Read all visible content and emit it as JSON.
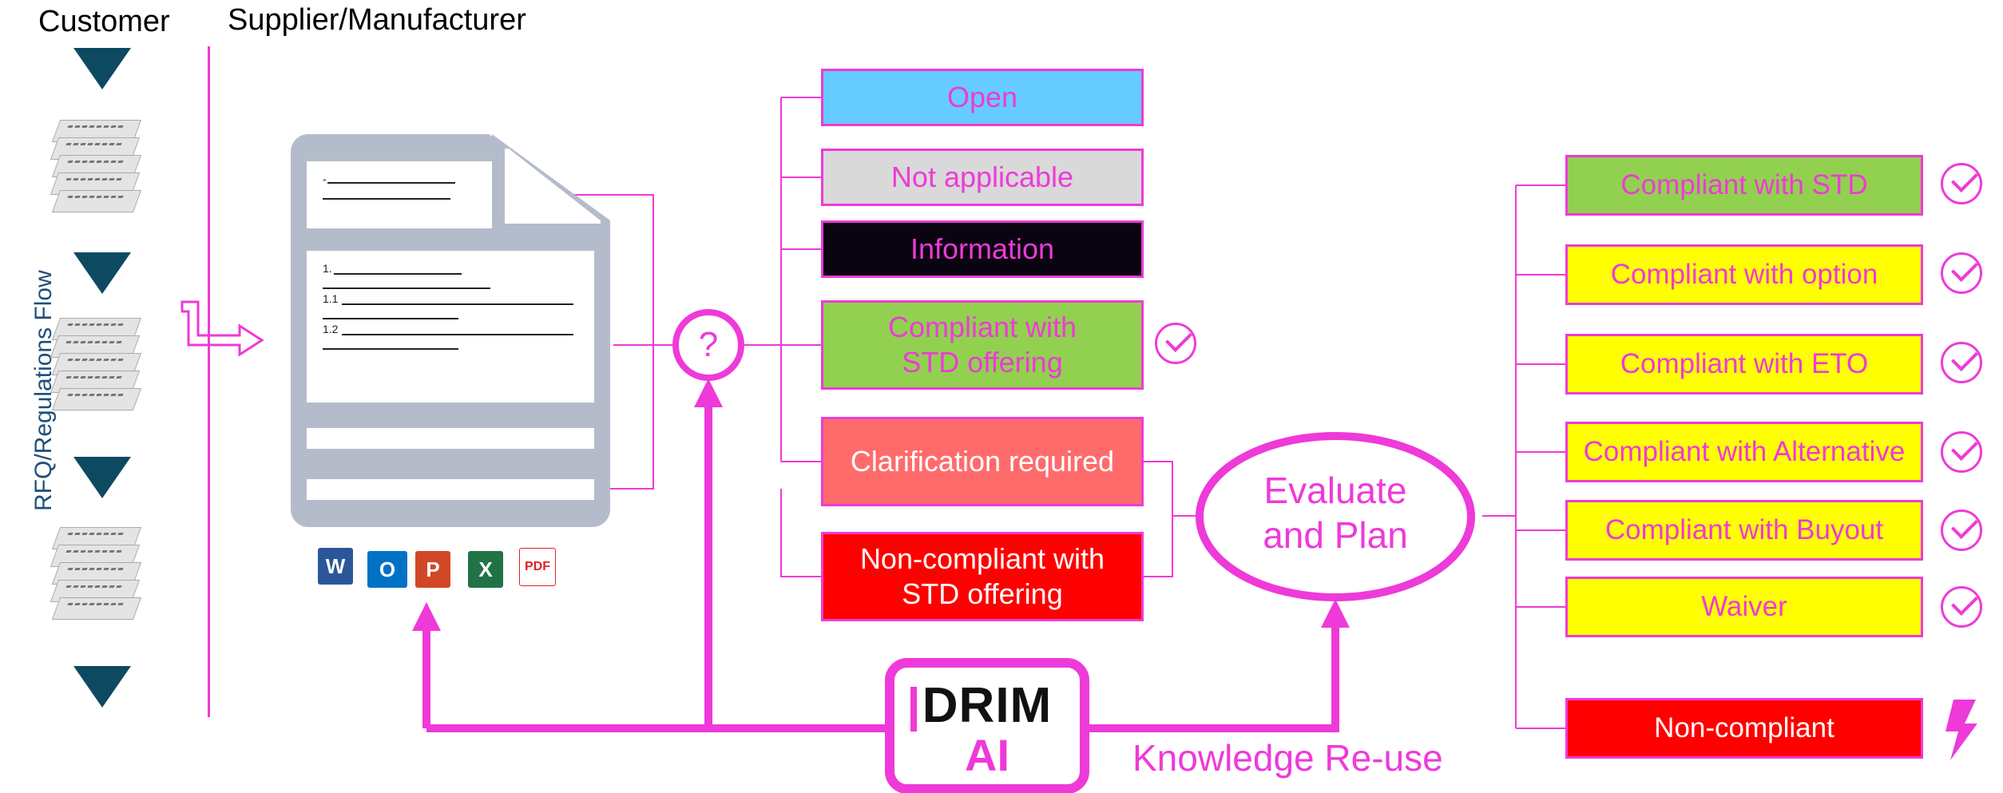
{
  "headers": {
    "customer": "Customer",
    "supplier": "Supplier/Manufacturer",
    "flow_label": "RFQ/Regulations Flow"
  },
  "document": {
    "lines": [
      "-",
      "1.",
      "1.1",
      "1.2"
    ]
  },
  "question_mark": "?",
  "status_boxes": [
    {
      "label": "Open",
      "bg": "#66ccff"
    },
    {
      "label": "Not applicable",
      "bg": "#d9d9d9"
    },
    {
      "label": "Information",
      "bg": "#0a0410"
    },
    {
      "label": "Compliant with\nSTD offering",
      "bg": "#92d050"
    },
    {
      "label": "Clarification required",
      "bg": "#ff6b6b"
    },
    {
      "label": "Non-compliant with\nSTD offering",
      "bg": "#ff0000"
    }
  ],
  "evaluate": "Evaluate\nand Plan",
  "result_boxes": [
    {
      "label": "Compliant with STD",
      "bg": "#92d050"
    },
    {
      "label": "Compliant with option",
      "bg": "#ffff00"
    },
    {
      "label": "Compliant with ETO",
      "bg": "#ffff00"
    },
    {
      "label": "Compliant with Alternative",
      "bg": "#ffff00"
    },
    {
      "label": "Compliant with Buyout",
      "bg": "#ffff00"
    },
    {
      "label": "Waiver",
      "bg": "#ffff00"
    },
    {
      "label": "Non-compliant",
      "bg": "#ff0000"
    }
  ],
  "logo": {
    "line1": "DRIM",
    "line2": "AI"
  },
  "knowledge": "Knowledge Re-use",
  "icons": [
    "word-icon",
    "outlook-icon",
    "powerpoint-icon",
    "excel-icon",
    "pdf-icon"
  ],
  "colors": {
    "accent": "#ee3ad8",
    "navy": "#0d4a62",
    "doc_gray": "#b4bccb"
  }
}
